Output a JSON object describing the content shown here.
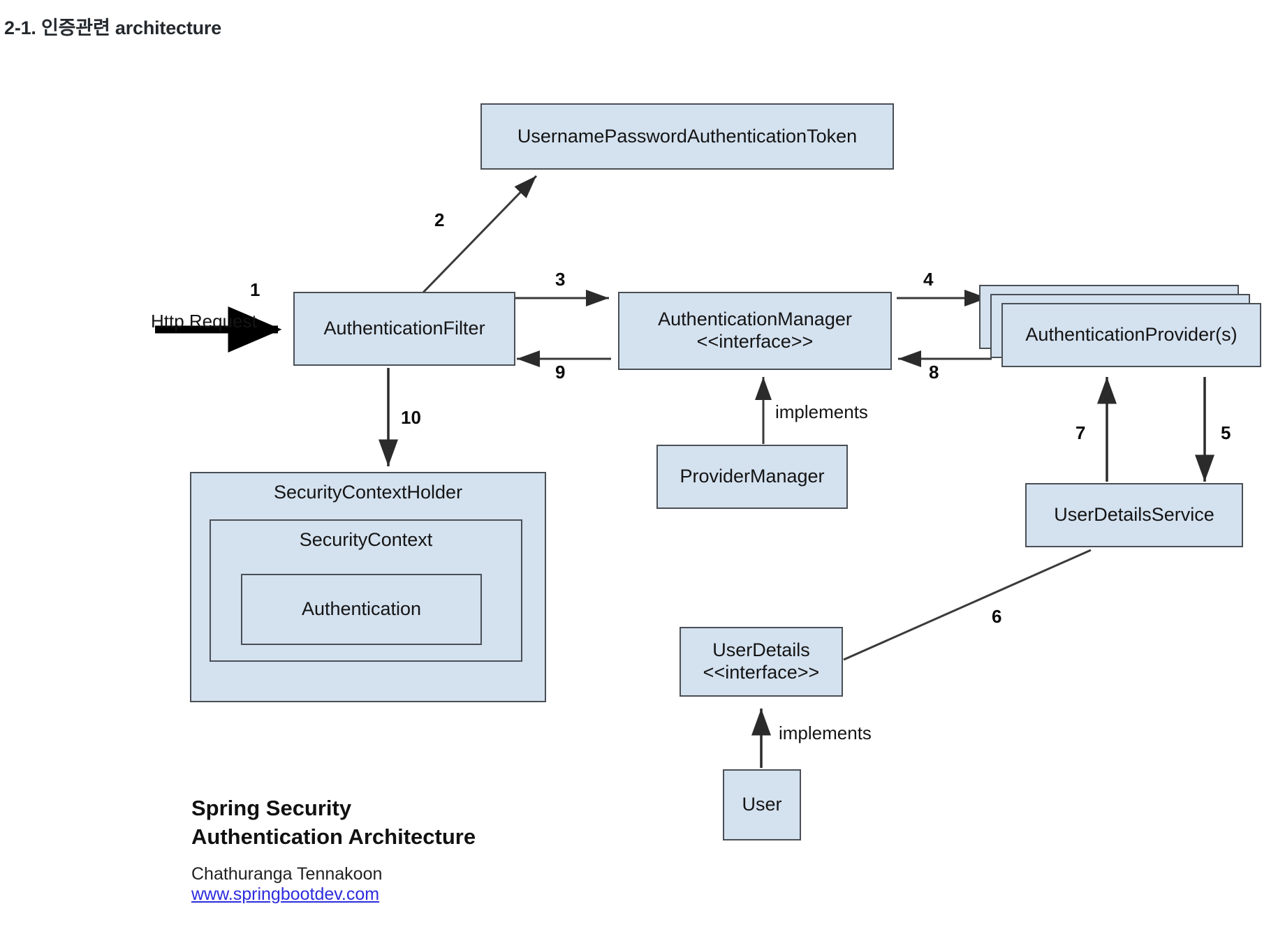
{
  "page": {
    "heading": "2-1. 인증관련 architecture"
  },
  "diagram": {
    "nodes": [
      {
        "id": "token",
        "label": "UsernamePasswordAuthenticationToken",
        "sub": ""
      },
      {
        "id": "filter",
        "label": "AuthenticationFilter",
        "sub": ""
      },
      {
        "id": "manager",
        "label": "AuthenticationManager",
        "sub": "<<interface>>"
      },
      {
        "id": "providers",
        "label": "AuthenticationProvider(s)",
        "sub": ""
      },
      {
        "id": "provmanager",
        "label": "ProviderManager",
        "sub": ""
      },
      {
        "id": "userdetsvc",
        "label": "UserDetailsService",
        "sub": ""
      },
      {
        "id": "userdetails",
        "label": "UserDetails",
        "sub": "<<interface>>"
      },
      {
        "id": "user",
        "label": "User",
        "sub": ""
      },
      {
        "id": "scholder",
        "label": "SecurityContextHolder",
        "sub": ""
      },
      {
        "id": "sccontext",
        "label": "SecurityContext",
        "sub": ""
      },
      {
        "id": "authentication",
        "label": "Authentication",
        "sub": ""
      }
    ],
    "edge_numbers": {
      "n1": "1",
      "n2": "2",
      "n3": "3",
      "n4": "4",
      "n5": "5",
      "n6": "6",
      "n7": "7",
      "n8": "8",
      "n9": "9",
      "n10": "10"
    },
    "edge_labels": {
      "http_request": "Http Request",
      "implements_manager": "implements",
      "implements_userdetails": "implements"
    },
    "colors": {
      "node_fill": "#d4e1ef",
      "node_border": "#4a4f55",
      "edge": "#3a3a3a",
      "link": "#2c2cdd"
    }
  },
  "caption": {
    "title": "Spring Security\nAuthentication Architecture",
    "author": "Chathuranga Tennakoon",
    "website": "www.springbootdev.com"
  }
}
